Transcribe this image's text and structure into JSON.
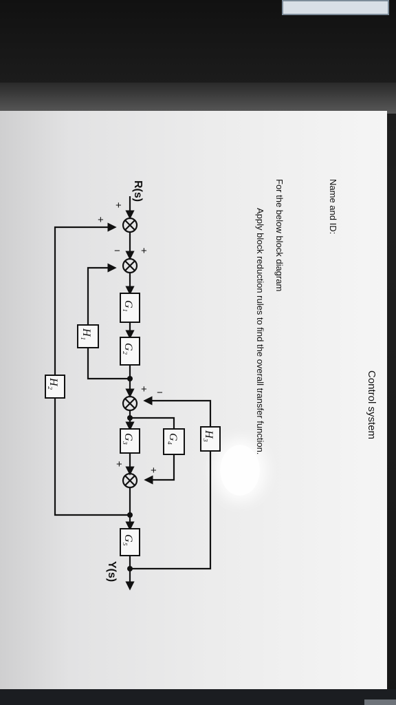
{
  "page": {
    "title": "Control system",
    "name_label": "Name and ID:",
    "instruction": "For the below block diagram",
    "task": "Apply block reduction rules to find the overall transfer function."
  },
  "diagram": {
    "input_label": "R(s)",
    "output_label": "Y(s)",
    "blocks": {
      "g1": "G₁",
      "g2": "G₂",
      "g3": "G₃",
      "g4": "G₄",
      "g5": "G₅",
      "h1": "H₁",
      "h2": "H₂",
      "h3": "H₃"
    },
    "signs": {
      "sj1_input": "+",
      "sj1_feedback": "+",
      "sj2_input": "+",
      "sj2_feedback": "−",
      "sj3_input": "+",
      "sj3_feedback": "−",
      "sj4_input": "+",
      "sj4_feedforward": "+"
    }
  },
  "colors": {
    "ink": "#111111",
    "paper": "#ececec",
    "screen_bg": "#151515"
  }
}
